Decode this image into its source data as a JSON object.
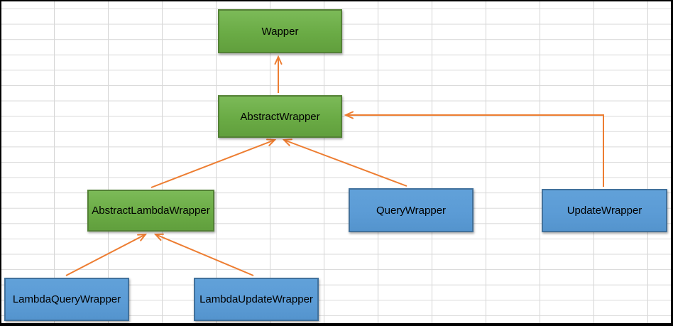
{
  "diagram": {
    "kind": "class-inheritance-diagram",
    "nodes": {
      "wapper": {
        "label": "Wapper",
        "style": "green"
      },
      "abstract_wrapper": {
        "label": "AbstractWrapper",
        "style": "green"
      },
      "abstract_lambda_wrapper": {
        "label": "AbstractLambdaWrapper",
        "style": "green"
      },
      "query_wrapper": {
        "label": "QueryWrapper",
        "style": "blue"
      },
      "update_wrapper": {
        "label": "UpdateWrapper",
        "style": "blue"
      },
      "lambda_query_wrapper": {
        "label": "LambdaQueryWrapper",
        "style": "blue"
      },
      "lambda_update_wrapper": {
        "label": "LambdaUpdateWrapper",
        "style": "blue"
      }
    },
    "edges": [
      {
        "from": "AbstractWrapper",
        "to": "Wapper"
      },
      {
        "from": "AbstractLambdaWrapper",
        "to": "AbstractWrapper"
      },
      {
        "from": "QueryWrapper",
        "to": "AbstractWrapper"
      },
      {
        "from": "UpdateWrapper",
        "to": "AbstractWrapper"
      },
      {
        "from": "LambdaQueryWrapper",
        "to": "AbstractLambdaWrapper"
      },
      {
        "from": "LambdaUpdateWrapper",
        "to": "AbstractLambdaWrapper"
      }
    ],
    "colors": {
      "green_fill": "#70ad47",
      "green_border": "#538135",
      "blue_fill": "#5b9bd5",
      "blue_border": "#41719c",
      "arrow": "#ed7d31",
      "grid_line": "#d9d9d9",
      "frame": "#000000"
    }
  }
}
